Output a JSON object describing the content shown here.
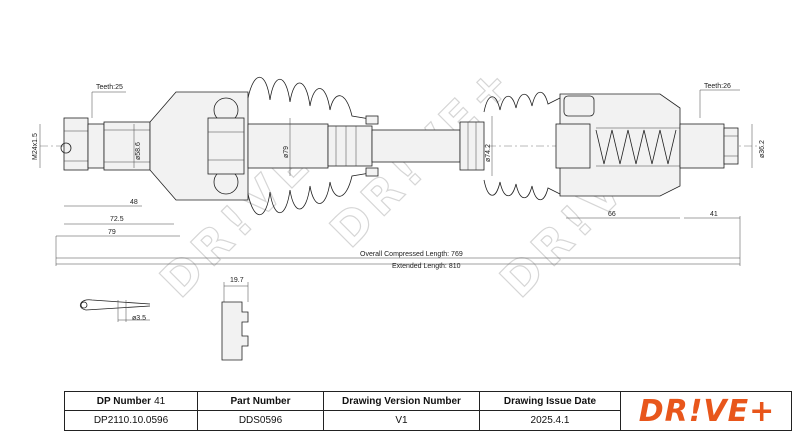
{
  "dimensions": {
    "teeth_left": "Teeth:25",
    "teeth_right": "Teeth:26",
    "thread": "M24x1.5",
    "dia_stub_left": "ø58.6",
    "dia_joint_left": "ø79",
    "dia_joint_right": "ø74.2",
    "dia_stub_right": "ø36.2",
    "len_48": "48",
    "len_72_5": "72.5",
    "len_79": "79",
    "len_66": "66",
    "len_41": "41",
    "overall_compressed": "Overall Compressed Length: 769",
    "extended": "Extended Length: 810",
    "pin_dia": "ø3.5",
    "ring_width": "19.7"
  },
  "watermark": "DR!VE+",
  "title_block": {
    "dp_number_label": "DP Number",
    "dp_number_value": "41",
    "part_number_label": "Part Number",
    "drawing_version_label": "Drawing Version Number",
    "drawing_issue_date_label": "Drawing Issue Date",
    "dp_code": "DP2110.10.0596",
    "part_number": "DDS0596",
    "version": "V1",
    "issue_date": "2025.4.1"
  },
  "logo": {
    "text": "DR!VE+",
    "color": "#e8561b"
  }
}
